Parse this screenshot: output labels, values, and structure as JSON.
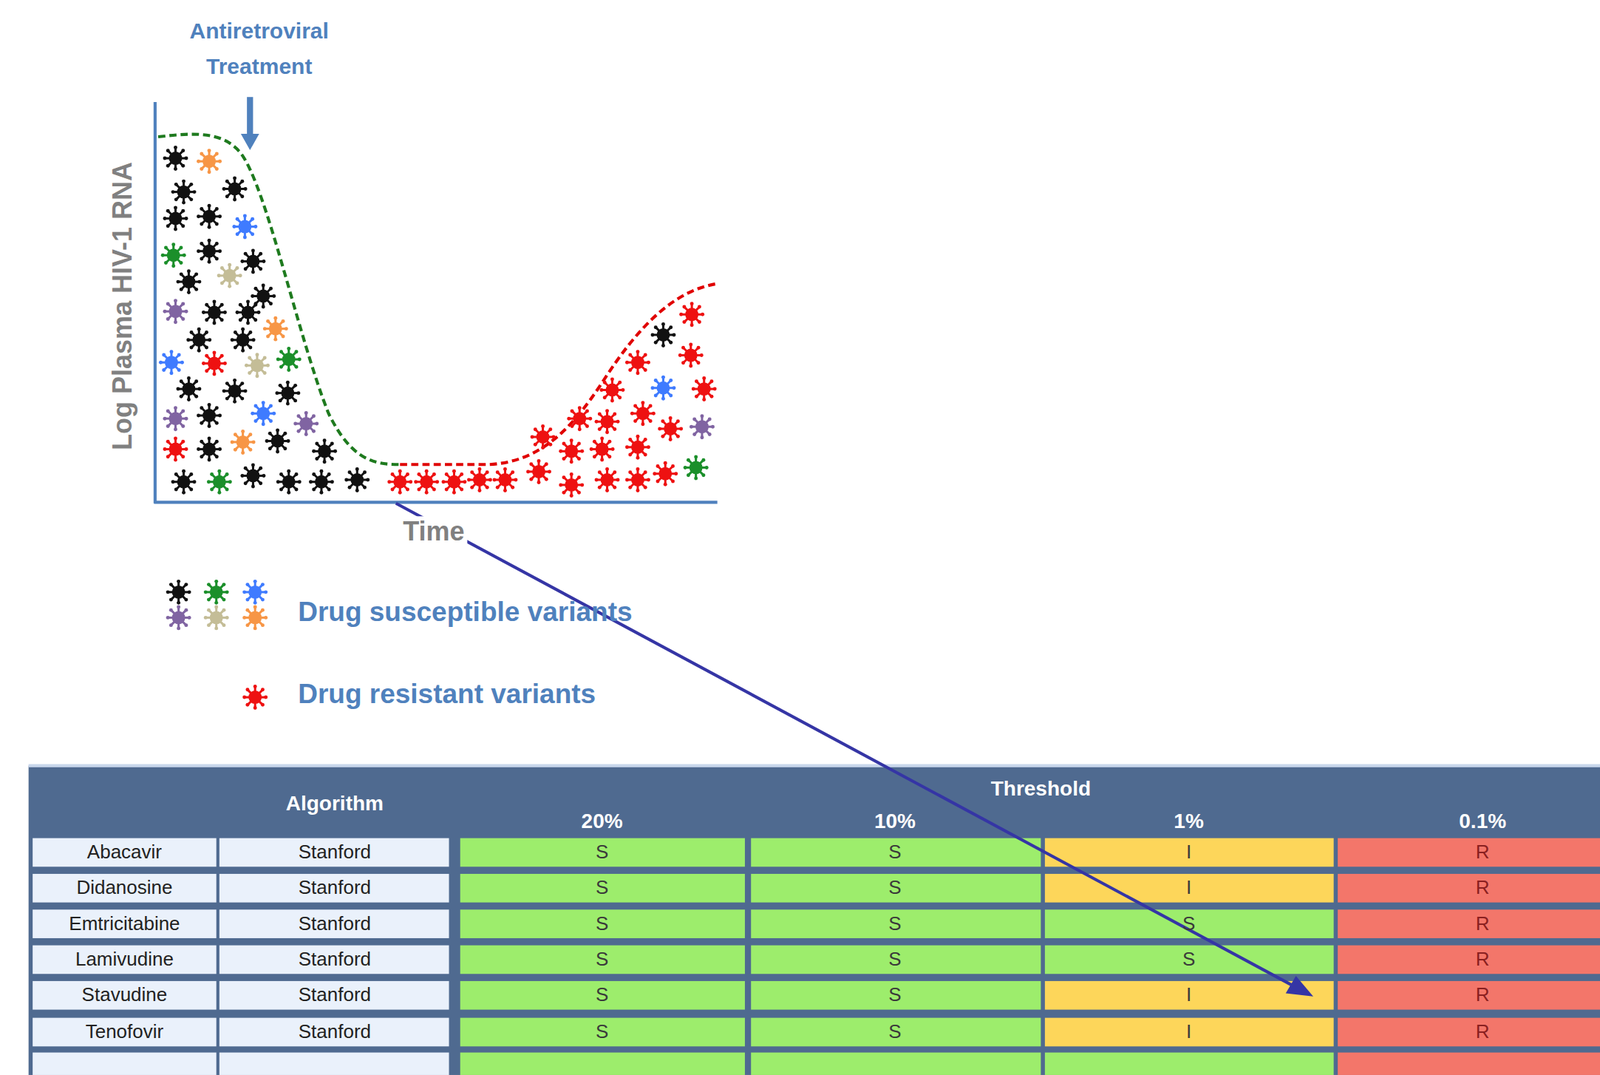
{
  "diagram": {
    "labels": [
      "Antiretroviral Treatment",
      "Log Plasma HIV-1 RNA",
      "Time",
      "Algorithm",
      "Threshold",
      "20%",
      "10%",
      "1%",
      "0.1%",
      "Abacavir",
      "Stanford",
      "S",
      "S",
      "I",
      "R",
      "Didanosine",
      "Stanford",
      "S",
      "S",
      "I",
      "R",
      "Emtricitabine",
      "Stanford",
      "S",
      "S",
      "S",
      "R",
      "Lamivudine",
      "Stanford",
      "S",
      "S",
      "S",
      "R",
      "Stavudine",
      "Stanford",
      "S",
      "S",
      "I",
      "R",
      "Tenofovir",
      "Stanford",
      "S",
      "S",
      "I",
      "R"
    ],
    "legend": [
      {
        "text": "Drug susceptible variants"
      },
      {
        "text": "Drug resistant variants"
      }
    ]
  }
}
